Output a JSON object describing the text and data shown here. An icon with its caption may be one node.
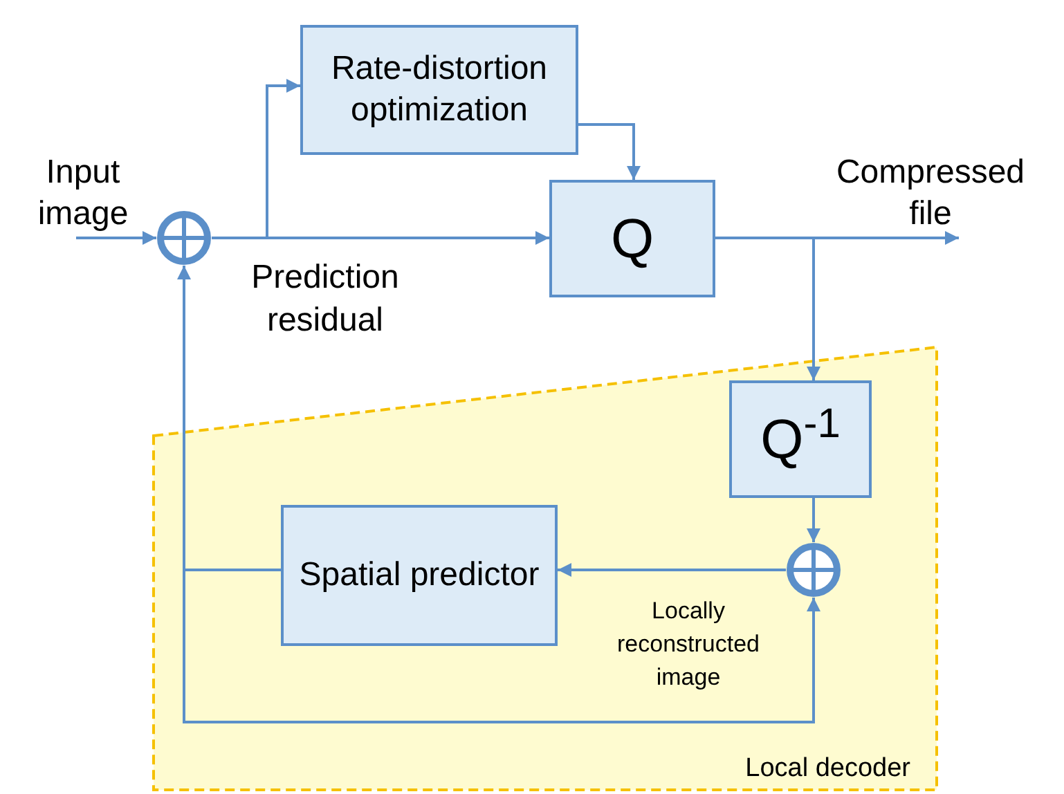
{
  "diagram": {
    "nodes": [
      {
        "text": [
          "Local decoder"
        ]
      },
      {
        "text": [
          "Input image"
        ]
      },
      {
        "text": [
          "Rate-distortion optimization"
        ]
      },
      {
        "text": [],
        "shape": "circle"
      },
      {
        "text": [
          "Q"
        ]
      },
      {
        "text": [
          "Compressed file"
        ]
      },
      {
        "text": [
          "Q$^{-1}$"
        ],
        "in": 0
      },
      {
        "text": [],
        "shape": "circle",
        "in": 0
      },
      {
        "text": [
          "Spatial predictor"
        ],
        "in": 0
      }
    ],
    "edges": [
      {
        "from": 1,
        "to": 3,
        "arrow": "to"
      },
      {
        "from": 3,
        "to": 4,
        "arrow": "to",
        "label": "Prediction residual"
      },
      {
        "from": 3,
        "to": 2,
        "arrow": "to"
      },
      {
        "from": 2,
        "to": 4,
        "arrow": "to"
      },
      {
        "from": 4,
        "to": 5,
        "arrow": "to"
      },
      {
        "from": 4,
        "to": 6,
        "arrow": "to"
      },
      {
        "from": 6,
        "to": 7,
        "arrow": "to"
      },
      {
        "from": 7,
        "to": 8,
        "arrow": "to",
        "label": "Locally reconstructed image"
      },
      {
        "from": 8,
        "to": 3,
        "arrow": "to"
      },
      {
        "from": 8,
        "to": 7,
        "arrow": "to"
      }
    ]
  }
}
